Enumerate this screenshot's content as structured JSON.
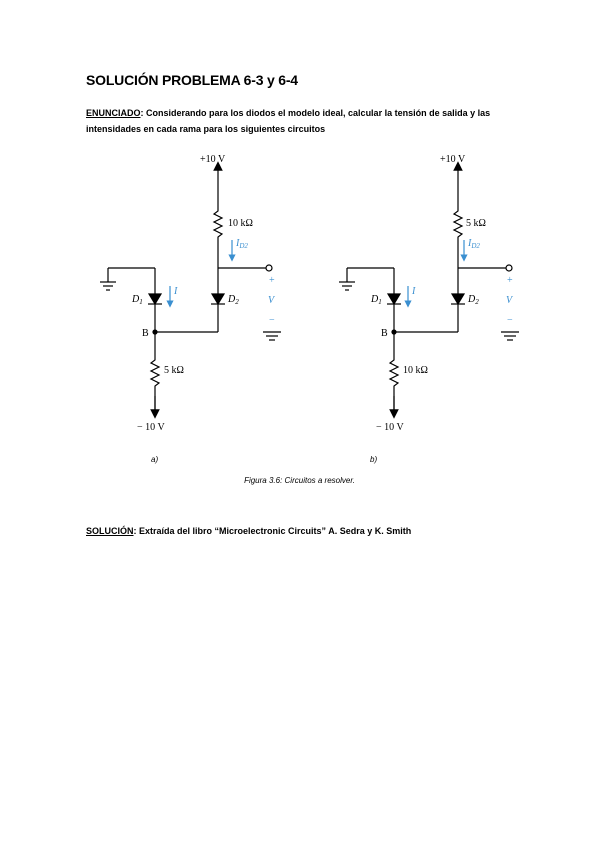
{
  "title": "SOLUCIÓN PROBLEMA 6-3 y 6-4",
  "statement": {
    "label": "ENUNCIADO",
    "text": ": Considerando para los diodos el modelo ideal, calcular la tensión de salida y las intensidades en cada rama para los siguientes circuitos"
  },
  "circuit_a": {
    "top_supply": "+10 V",
    "top_resistor": "10 kΩ",
    "current_d2": "I",
    "current_d2_sub": "D2",
    "diode1": "D",
    "diode1_sub": "1",
    "diode2": "D",
    "diode2_sub": "2",
    "current_i": "I",
    "node_b": "B",
    "out_plus": "+",
    "out_v": "V",
    "out_minus": "−",
    "bottom_resistor": "5 kΩ",
    "bottom_supply": "− 10 V",
    "label": "a)"
  },
  "circuit_b": {
    "top_supply": "+10 V",
    "top_resistor": "5 kΩ",
    "current_d2": "I",
    "current_d2_sub": "D2",
    "diode1": "D",
    "diode1_sub": "1",
    "diode2": "D",
    "diode2_sub": "2",
    "current_i": "I",
    "node_b": "B",
    "out_plus": "+",
    "out_v": "V",
    "out_minus": "−",
    "bottom_resistor": "10 kΩ",
    "bottom_supply": "− 10 V",
    "label": "b)"
  },
  "caption": "Figura 3.6: Circuitos a resolver.",
  "solution": {
    "label": "SOLUCIÓN",
    "text": ": Extraída del libro “Microelectronic Circuits” A. Sedra y K. Smith"
  },
  "colors": {
    "annotation_blue": "#3a8fd0"
  }
}
